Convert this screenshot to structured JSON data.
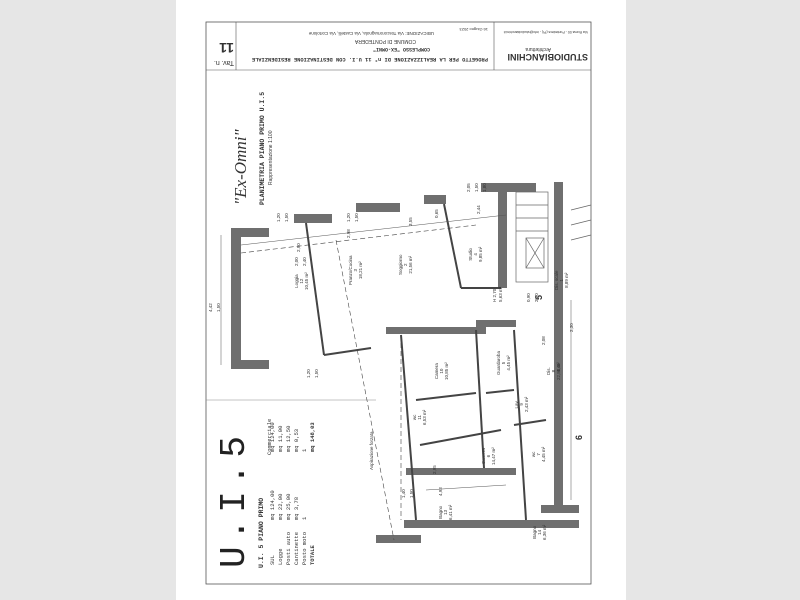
{
  "sheet": {
    "tav_label": "Tav. n.",
    "tav_number": "11",
    "project_title": "PROGETTO PER LA REALIZZAZIONE DI n° 11 U.I. CON DESTINAZIONE RESIDENZIALE",
    "complex": "COMPLESSO \"EX-OMNI\"",
    "comune": "COMUNE DI PONTEDERA",
    "location": "UBICAZIONE: Via Toscoromagnola, Via Castelli, Via Cortolone",
    "date": "16 Giugno 2023",
    "studio": "STUDIOBIANCHINI",
    "studio_sub": "Architettura",
    "studio_address": "Via Roma 00 - Pontedera (PI) - info@studiobianchini.it",
    "brand": "\"Ex-Omni\"",
    "plan_title": "PLANIMETRIA PIANO PRIMO U.I.5",
    "scale": "Rappresentazione 1:100",
    "unit_big": "U.I.5",
    "summary_title": "U.I. 5 PIANO PRIMO",
    "summary_header_right": "Commerciale",
    "summary_rows": [
      {
        "label": "SUL",
        "value": "mq 124,00",
        "comm": "mq 124,00"
      },
      {
        "label": "Logge",
        "value": "mq 22,00",
        "comm": "mq 11,00"
      },
      {
        "label": "Posti auto",
        "value": "mq 25,00",
        "comm": "mq 12,50"
      },
      {
        "label": "Cantinette",
        "value": "mq 3,78",
        "comm": "mq 0,53"
      },
      {
        "label": "Posto moto",
        "value": "1",
        "comm": "1"
      },
      {
        "label": "TOTALE",
        "value": "",
        "comm": "mq 148,03"
      }
    ]
  },
  "plan": {
    "rooms": [
      {
        "num": "12",
        "name": "Loggia",
        "area": "10,45 m²"
      },
      {
        "num": "3",
        "name": "Pranzo/Cucina",
        "area": "18,21 m²"
      },
      {
        "num": "2",
        "name": "Soggiorno",
        "area": "21,56 m²"
      },
      {
        "num": "4",
        "name": "Studio",
        "area": "9,85 m²"
      },
      {
        "num": "1",
        "name": "Dis. scale",
        "area": "8,89 m²"
      },
      {
        "num": "10",
        "name": "Camera",
        "area": "10,85 m²"
      },
      {
        "num": "5",
        "name": "Guardaroba",
        "area": "4,45 m²"
      },
      {
        "num": "8",
        "name": "Dis.",
        "area": "22,88 m²"
      },
      {
        "num": "9",
        "name": "Lav.",
        "area": "2,43 m²"
      },
      {
        "num": "11",
        "name": "wc",
        "area": "6,53 m²"
      },
      {
        "num": "6",
        "name": "Camera",
        "area": "14,47 m²"
      },
      {
        "num": "7",
        "name": "wc",
        "area": "4,45 m²"
      },
      {
        "num": "13",
        "name": "Bagno",
        "area": "6,41 m²"
      },
      {
        "num": "14",
        "name": "Bagno",
        "area": "6,36 m²"
      }
    ],
    "dims_top": [
      "1,20",
      "1,50",
      "2,90",
      "2,98",
      "3,55",
      "2,44",
      "1,20",
      "1,50",
      "2,00",
      "2,40",
      "0,65",
      "2,05",
      "1,50",
      "1,80"
    ],
    "dims_side": [
      "4,42",
      "1,50",
      "1,20",
      "1,50",
      "1,40",
      "1,50",
      "2,95",
      "4,93"
    ],
    "misc": [
      "H 2,70",
      "5,63 m²",
      "0,90",
      "2,20",
      "2,08",
      "2,30",
      "4,45",
      "Aspirazione forzata"
    ],
    "markers": [
      "5",
      "6"
    ]
  }
}
